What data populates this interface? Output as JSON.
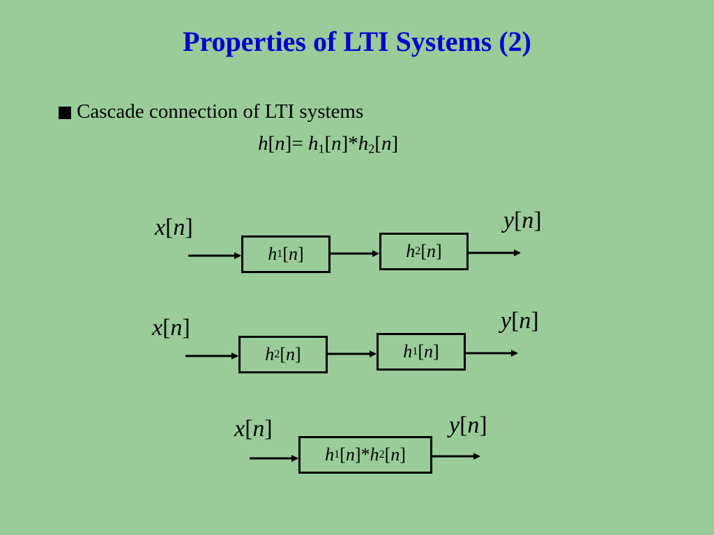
{
  "title": "Properties of LTI Systems (2)",
  "bullet_text": "Cascade connection of LTI systems",
  "formula": "h[n]= h1[n]*h2[n]",
  "diagrams": [
    {
      "input": "x[n]",
      "output": "y[n]",
      "blocks": [
        "h1[n]",
        "h2[n]"
      ]
    },
    {
      "input": "x[n]",
      "output": "y[n]",
      "blocks": [
        "h2[n]",
        "h1[n]"
      ]
    },
    {
      "input": "x[n]",
      "output": "y[n]",
      "blocks": [
        "h1[n]*h2[n]"
      ]
    }
  ],
  "colors": {
    "background": "#99cc99",
    "title": "#0000cc"
  }
}
